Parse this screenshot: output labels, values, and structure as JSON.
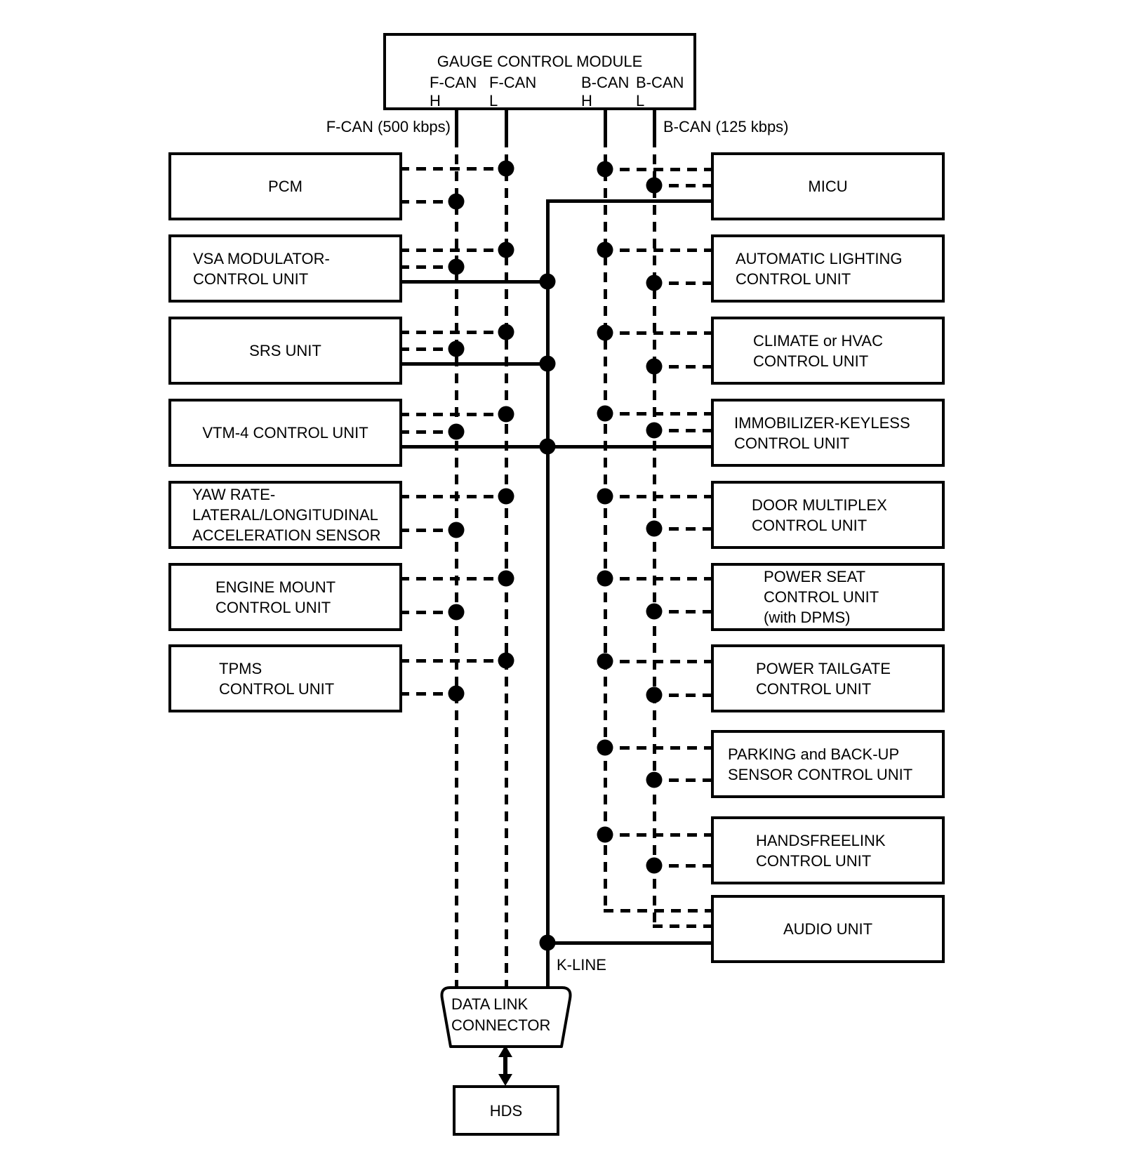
{
  "gauge_module": {
    "label": "GAUGE CONTROL MODULE",
    "pins": [
      {
        "bus": "F-CAN",
        "wire": "H"
      },
      {
        "bus": "F-CAN",
        "wire": "L"
      },
      {
        "bus": "B-CAN",
        "wire": "H"
      },
      {
        "bus": "B-CAN",
        "wire": "L"
      }
    ]
  },
  "bus_labels": {
    "fcan": "F-CAN (500 kbps)",
    "bcan": "B-CAN (125 kbps)",
    "kline": "K-LINE"
  },
  "left_units": [
    {
      "label": "PCM"
    },
    {
      "label": "VSA MODULATOR-\nCONTROL UNIT"
    },
    {
      "label": "SRS UNIT"
    },
    {
      "label": "VTM-4 CONTROL UNIT"
    },
    {
      "label": "YAW RATE-\nLATERAL/LONGITUDINAL\nACCELERATION SENSOR"
    },
    {
      "label": "ENGINE MOUNT\nCONTROL UNIT"
    },
    {
      "label": "TPMS\nCONTROL UNIT"
    }
  ],
  "right_units": [
    {
      "label": "MICU"
    },
    {
      "label": "AUTOMATIC LIGHTING\nCONTROL UNIT"
    },
    {
      "label": "CLIMATE or HVAC\nCONTROL UNIT"
    },
    {
      "label": "IMMOBILIZER-KEYLESS\nCONTROL UNIT"
    },
    {
      "label": "DOOR MULTIPLEX\nCONTROL UNIT"
    },
    {
      "label": "POWER SEAT\nCONTROL UNIT\n(with DPMS)"
    },
    {
      "label": "POWER TAILGATE\nCONTROL UNIT"
    },
    {
      "label": "PARKING and BACK-UP\nSENSOR CONTROL UNIT"
    },
    {
      "label": "HANDSFREELINK\nCONTROL UNIT"
    },
    {
      "label": "AUDIO UNIT"
    }
  ],
  "data_link_connector": {
    "label": "DATA LINK\nCONNECTOR"
  },
  "hds": {
    "label": "HDS"
  },
  "colors": {
    "line": "#000000",
    "background": "#ffffff"
  }
}
